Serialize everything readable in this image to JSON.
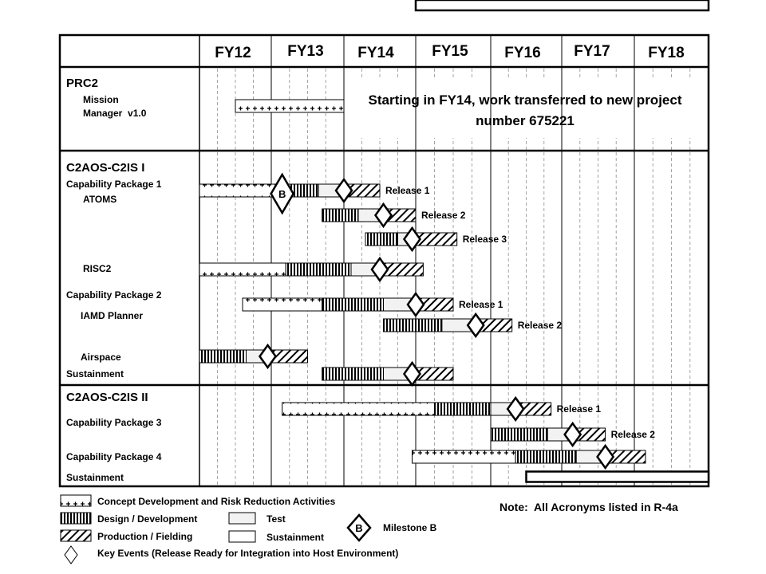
{
  "chart_data": {
    "type": "gantt",
    "time_axis": {
      "start": "FY12",
      "end": "FY18",
      "columns": [
        "FY12",
        "FY13",
        "FY14",
        "FY15",
        "FY16",
        "FY17",
        "FY18"
      ]
    },
    "sections": [
      {
        "title": "PRC2",
        "row_labels": [
          "Mission",
          "Manager  v1.0"
        ],
        "note": [
          "Starting in FY14, work transferred to new project",
          "number 675221"
        ],
        "bars": [
          {
            "segments": [
              {
                "kind": "concept",
                "start": 12.5,
                "end": 14.0
              }
            ]
          }
        ]
      },
      {
        "title": "C2AOS-C2IS I",
        "row_labels": [
          "Capability Package 1",
          "ATOMS",
          "RISC2",
          "Capability Package 2",
          "IAMD Planner",
          "Airspace",
          "Sustainment"
        ],
        "bars": [
          {
            "label": "Release 1",
            "segments": [
              {
                "kind": "concept",
                "start": 12.0,
                "end": 13.15
              },
              {
                "kind": "design",
                "start": 13.15,
                "end": 13.65
              },
              {
                "kind": "test",
                "start": 13.65,
                "end": 14.0
              },
              {
                "kind": "production",
                "start": 14.0,
                "end": 14.5
              }
            ],
            "milestone_b": 13.15,
            "key_event": 14.0
          },
          {
            "label": "Release 2",
            "segments": [
              {
                "kind": "design",
                "start": 13.7,
                "end": 14.2
              },
              {
                "kind": "test",
                "start": 14.2,
                "end": 14.55
              },
              {
                "kind": "production",
                "start": 14.55,
                "end": 15.0
              }
            ],
            "key_event": 14.55
          },
          {
            "label": "Release 3",
            "segments": [
              {
                "kind": "design",
                "start": 14.3,
                "end": 14.75
              },
              {
                "kind": "test",
                "start": 14.75,
                "end": 14.95
              },
              {
                "kind": "production",
                "start": 14.95,
                "end": 15.55
              }
            ],
            "key_event": 14.95
          },
          {
            "segments": [
              {
                "kind": "concept",
                "start": 12.0,
                "end": 13.2
              },
              {
                "kind": "design",
                "start": 13.2,
                "end": 14.1
              },
              {
                "kind": "test",
                "start": 14.1,
                "end": 14.5
              },
              {
                "kind": "production",
                "start": 14.5,
                "end": 15.1
              }
            ],
            "key_event": 14.5
          },
          {
            "label": "Release 1",
            "segments": [
              {
                "kind": "concept",
                "start": 12.6,
                "end": 13.7
              },
              {
                "kind": "design",
                "start": 13.7,
                "end": 14.55
              },
              {
                "kind": "test",
                "start": 14.55,
                "end": 15.0
              },
              {
                "kind": "production",
                "start": 15.0,
                "end": 15.5
              }
            ],
            "key_event": 15.0
          },
          {
            "label": "Release 2",
            "segments": [
              {
                "kind": "design",
                "start": 14.55,
                "end": 15.35
              },
              {
                "kind": "test",
                "start": 15.35,
                "end": 15.8
              },
              {
                "kind": "production",
                "start": 15.8,
                "end": 16.3
              }
            ],
            "key_event": 15.8
          },
          {
            "segments": [
              {
                "kind": "design",
                "start": 12.0,
                "end": 12.65
              },
              {
                "kind": "test",
                "start": 12.65,
                "end": 12.95
              },
              {
                "kind": "production",
                "start": 12.95,
                "end": 13.5
              }
            ],
            "key_event": 12.95
          },
          {
            "segments": [
              {
                "kind": "design",
                "start": 13.7,
                "end": 14.55
              },
              {
                "kind": "test",
                "start": 14.55,
                "end": 14.95
              },
              {
                "kind": "production",
                "start": 14.95,
                "end": 15.5
              }
            ],
            "key_event": 14.95
          },
          {
            "segments": [
              {
                "kind": "sustainment",
                "start": 15.0,
                "end": 19.0
              }
            ]
          }
        ]
      },
      {
        "title": "C2AOS-C2IS II",
        "row_labels": [
          "Capability Package 3",
          "Capability Package 4",
          "Sustainment"
        ],
        "bars": [
          {
            "label": "Release 1",
            "segments": [
              {
                "kind": "concept",
                "start": 13.15,
                "end": 15.25
              },
              {
                "kind": "design",
                "start": 15.25,
                "end": 16.0
              },
              {
                "kind": "test",
                "start": 16.0,
                "end": 16.35
              },
              {
                "kind": "production",
                "start": 16.35,
                "end": 16.85
              }
            ],
            "key_event": 16.35
          },
          {
            "label": "Release 2",
            "segments": [
              {
                "kind": "design",
                "start": 16.0,
                "end": 16.8
              },
              {
                "kind": "test",
                "start": 16.8,
                "end": 17.15
              },
              {
                "kind": "production",
                "start": 17.15,
                "end": 17.6
              }
            ],
            "key_event": 17.15
          },
          {
            "segments": [
              {
                "kind": "concept",
                "start": 14.95,
                "end": 16.35
              },
              {
                "kind": "design",
                "start": 16.35,
                "end": 17.2
              },
              {
                "kind": "test",
                "start": 17.2,
                "end": 17.6
              },
              {
                "kind": "production",
                "start": 17.6,
                "end": 18.15
              }
            ],
            "key_event": 17.6
          },
          {
            "segments": [
              {
                "kind": "sustainment",
                "start": 16.5,
                "end": 19.0
              }
            ]
          }
        ]
      }
    ],
    "legend": {
      "concept": "Concept Development and Risk Reduction Activities",
      "design": "Design / Development",
      "test": "Test",
      "production": "Production / Fielding",
      "sustainment": "Sustainment",
      "milestone_b": "Milestone B",
      "milestone_b_glyph": "B",
      "key_event": "Key Events (Release Ready for Integration into Host Environment)"
    },
    "note": "Note:  All Acronyms listed in R-4a"
  }
}
